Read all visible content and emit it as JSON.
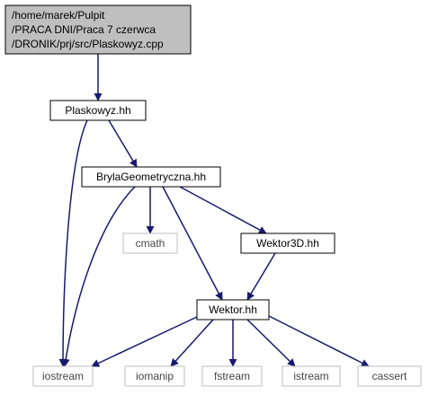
{
  "graph": {
    "edge_color": "#191970",
    "nodes": {
      "root": {
        "lines": [
          "/home/marek/Pulpit",
          "/PRACA DNI/Praca 7 czerwca",
          "/DRONIK/prj/src/Plaskowyz.cpp"
        ],
        "fill": "#bfbfbf",
        "stroke": "#000000"
      },
      "plaskowyz_hh": {
        "label": "Plaskowyz.hh",
        "fill": "#ffffff",
        "stroke": "#000000"
      },
      "bryla_hh": {
        "label": "BrylaGeometryczna.hh",
        "fill": "#ffffff",
        "stroke": "#000000"
      },
      "cmath": {
        "label": "cmath",
        "fill": "#ffffff",
        "stroke": "#bfbfbf"
      },
      "wektor3d_hh": {
        "label": "Wektor3D.hh",
        "fill": "#ffffff",
        "stroke": "#000000"
      },
      "wektor_hh": {
        "label": "Wektor.hh",
        "fill": "#ffffff",
        "stroke": "#000000"
      },
      "iostream": {
        "label": "iostream",
        "fill": "#ffffff",
        "stroke": "#bfbfbf"
      },
      "iomanip": {
        "label": "iomanip",
        "fill": "#ffffff",
        "stroke": "#bfbfbf"
      },
      "fstream": {
        "label": "fstream",
        "fill": "#ffffff",
        "stroke": "#bfbfbf"
      },
      "istream": {
        "label": "istream",
        "fill": "#ffffff",
        "stroke": "#bfbfbf"
      },
      "cassert": {
        "label": "cassert",
        "fill": "#ffffff",
        "stroke": "#bfbfbf"
      }
    },
    "edges": [
      {
        "from": "root",
        "to": "plaskowyz_hh"
      },
      {
        "from": "plaskowyz_hh",
        "to": "bryla_hh"
      },
      {
        "from": "plaskowyz_hh",
        "to": "iostream"
      },
      {
        "from": "bryla_hh",
        "to": "cmath"
      },
      {
        "from": "bryla_hh",
        "to": "wektor3d_hh"
      },
      {
        "from": "bryla_hh",
        "to": "wektor_hh"
      },
      {
        "from": "bryla_hh",
        "to": "iostream"
      },
      {
        "from": "wektor3d_hh",
        "to": "wektor_hh"
      },
      {
        "from": "wektor_hh",
        "to": "iostream"
      },
      {
        "from": "wektor_hh",
        "to": "iomanip"
      },
      {
        "from": "wektor_hh",
        "to": "fstream"
      },
      {
        "from": "wektor_hh",
        "to": "istream"
      },
      {
        "from": "wektor_hh",
        "to": "cassert"
      }
    ]
  }
}
